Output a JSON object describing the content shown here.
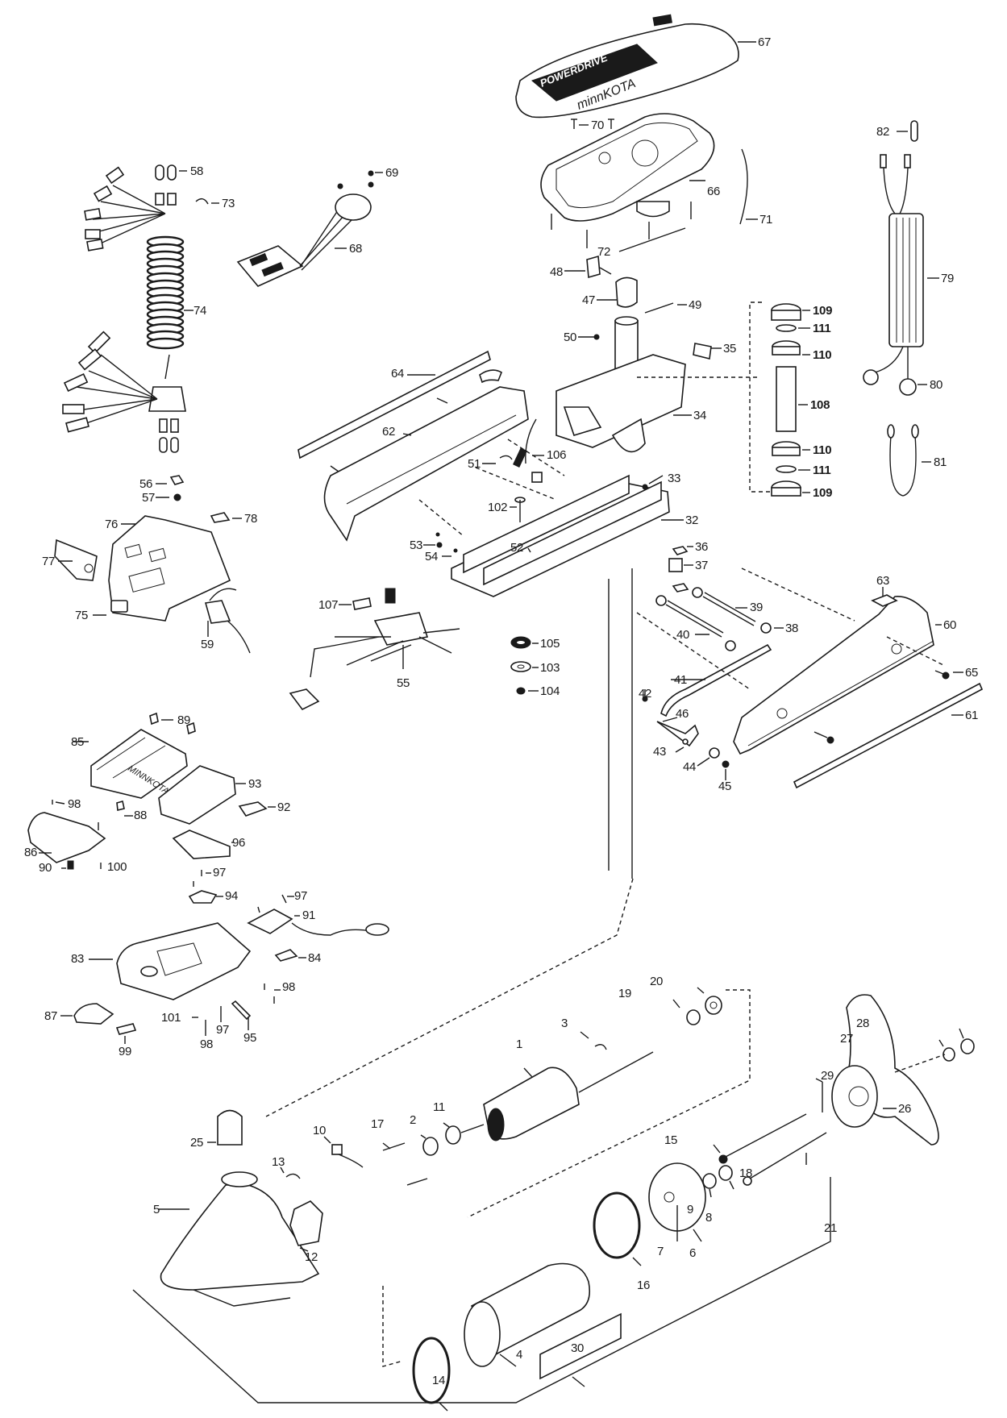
{
  "diagram": {
    "title": "Minn Kota PowerDrive trolling motor exploded parts diagram",
    "branding": {
      "cover_text": "POWERDRIVE",
      "cover_brand": "minnKOTA",
      "pedal_brand": "MINNKOTA"
    },
    "labels": {
      "l1": "1",
      "l2": "2",
      "l3": "3",
      "l4": "4",
      "l5": "5",
      "l6": "6",
      "l7": "7",
      "l8": "8",
      "l9": "9",
      "l10": "10",
      "l11": "11",
      "l12": "12",
      "l13": "13",
      "l14": "14",
      "l15": "15",
      "l16": "16",
      "l17": "17",
      "l18": "18",
      "l19": "19",
      "l20": "20",
      "l21": "21",
      "l25": "25",
      "l26": "26",
      "l27": "27",
      "l28": "28",
      "l29": "29",
      "l30": "30",
      "l32": "32",
      "l33": "33",
      "l34": "34",
      "l35": "35",
      "l36": "36",
      "l37": "37",
      "l38": "38",
      "l39": "39",
      "l40": "40",
      "l41": "41",
      "l42": "42",
      "l43": "43",
      "l44": "44",
      "l45": "45",
      "l46": "46",
      "l47": "47",
      "l48": "48",
      "l49": "49",
      "l50": "50",
      "l51": "51",
      "l52": "52",
      "l53": "53",
      "l54": "54",
      "l55": "55",
      "l56": "56",
      "l57": "57",
      "l58": "58",
      "l59": "59",
      "l60": "60",
      "l61": "61",
      "l62": "62",
      "l63": "63",
      "l64": "64",
      "l65": "65",
      "l66": "66",
      "l67": "67",
      "l68": "68",
      "l69": "69",
      "l70": "70",
      "l71": "71",
      "l72": "72",
      "l73": "73",
      "l74": "74",
      "l75": "75",
      "l76": "76",
      "l77": "77",
      "l78": "78",
      "l79": "79",
      "l80": "80",
      "l81": "81",
      "l82": "82",
      "l83": "83",
      "l84": "84",
      "l85": "85",
      "l86": "86",
      "l87": "87",
      "l88": "88",
      "l89": "89",
      "l90": "90",
      "l91": "91",
      "l92": "92",
      "l93": "93",
      "l94": "94",
      "l95": "95",
      "l96": "96",
      "l97a": "97",
      "l97b": "97",
      "l97c": "97",
      "l98a": "98",
      "l98b": "98",
      "l98c": "98",
      "l99": "99",
      "l100": "100",
      "l101": "101",
      "l102": "102",
      "l103": "103",
      "l104": "104",
      "l105": "105",
      "l106": "106",
      "l107": "107",
      "l108": "108",
      "l109a": "109",
      "l109b": "109",
      "l110a": "110",
      "l110b": "110",
      "l111a": "111",
      "l111b": "111"
    }
  }
}
